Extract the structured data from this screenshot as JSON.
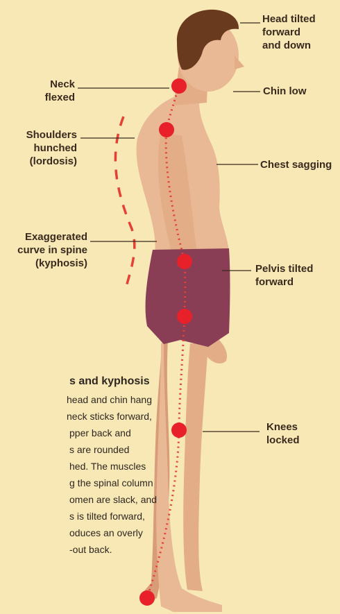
{
  "labels": {
    "head": [
      "Head tilted",
      "forward",
      "and down"
    ],
    "chin": [
      "Chin low"
    ],
    "neck": [
      "Neck",
      "flexed"
    ],
    "shoulders": [
      "Shoulders",
      "hunched",
      "(lordosis)"
    ],
    "chest": [
      "Chest sagging"
    ],
    "spine": [
      "Exaggerated",
      "curve in spine",
      "(kyphosis)"
    ],
    "pelvis": [
      "Pelvis tilted",
      "forward"
    ],
    "knees": [
      "Knees",
      "locked"
    ]
  },
  "caption": {
    "title": "s and kyphosis",
    "lines": [
      "head and chin hang",
      "neck sticks forward,",
      "pper back and",
      "s are rounded",
      "hed. The muscles",
      "g the spinal column",
      "omen are slack, and",
      "s is tilted forward,",
      "oduces an overly",
      "-out back."
    ]
  },
  "colors": {
    "background": "#f7e8b6",
    "skin": "#e9b996",
    "skin_shadow": "#d99c78",
    "hair": "#6a3a1f",
    "shorts": "#8a3e55",
    "marker": "#e8202a",
    "spine_dots": "#e64034",
    "leader": "#3a2a1e"
  }
}
